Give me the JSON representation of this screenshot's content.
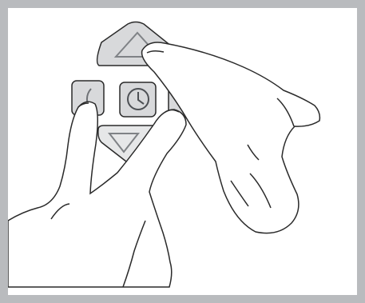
{
  "illustration": {
    "colors": {
      "frame": "#b9bbbe",
      "line": "#2a2a2a",
      "button_face": "#d8d9db",
      "button_face_light": "#e6e7e8"
    },
    "buttons": {
      "up_icon": "triangle-up-icon",
      "left_icon": "moon-icon",
      "center_icon": "clock-icon",
      "right_icon": "sun-icon",
      "down_icon": "triangle-down-icon"
    },
    "hands": [
      "finger-pressing-up",
      "index-finger-left-button",
      "middle-finger-right-button"
    ]
  }
}
